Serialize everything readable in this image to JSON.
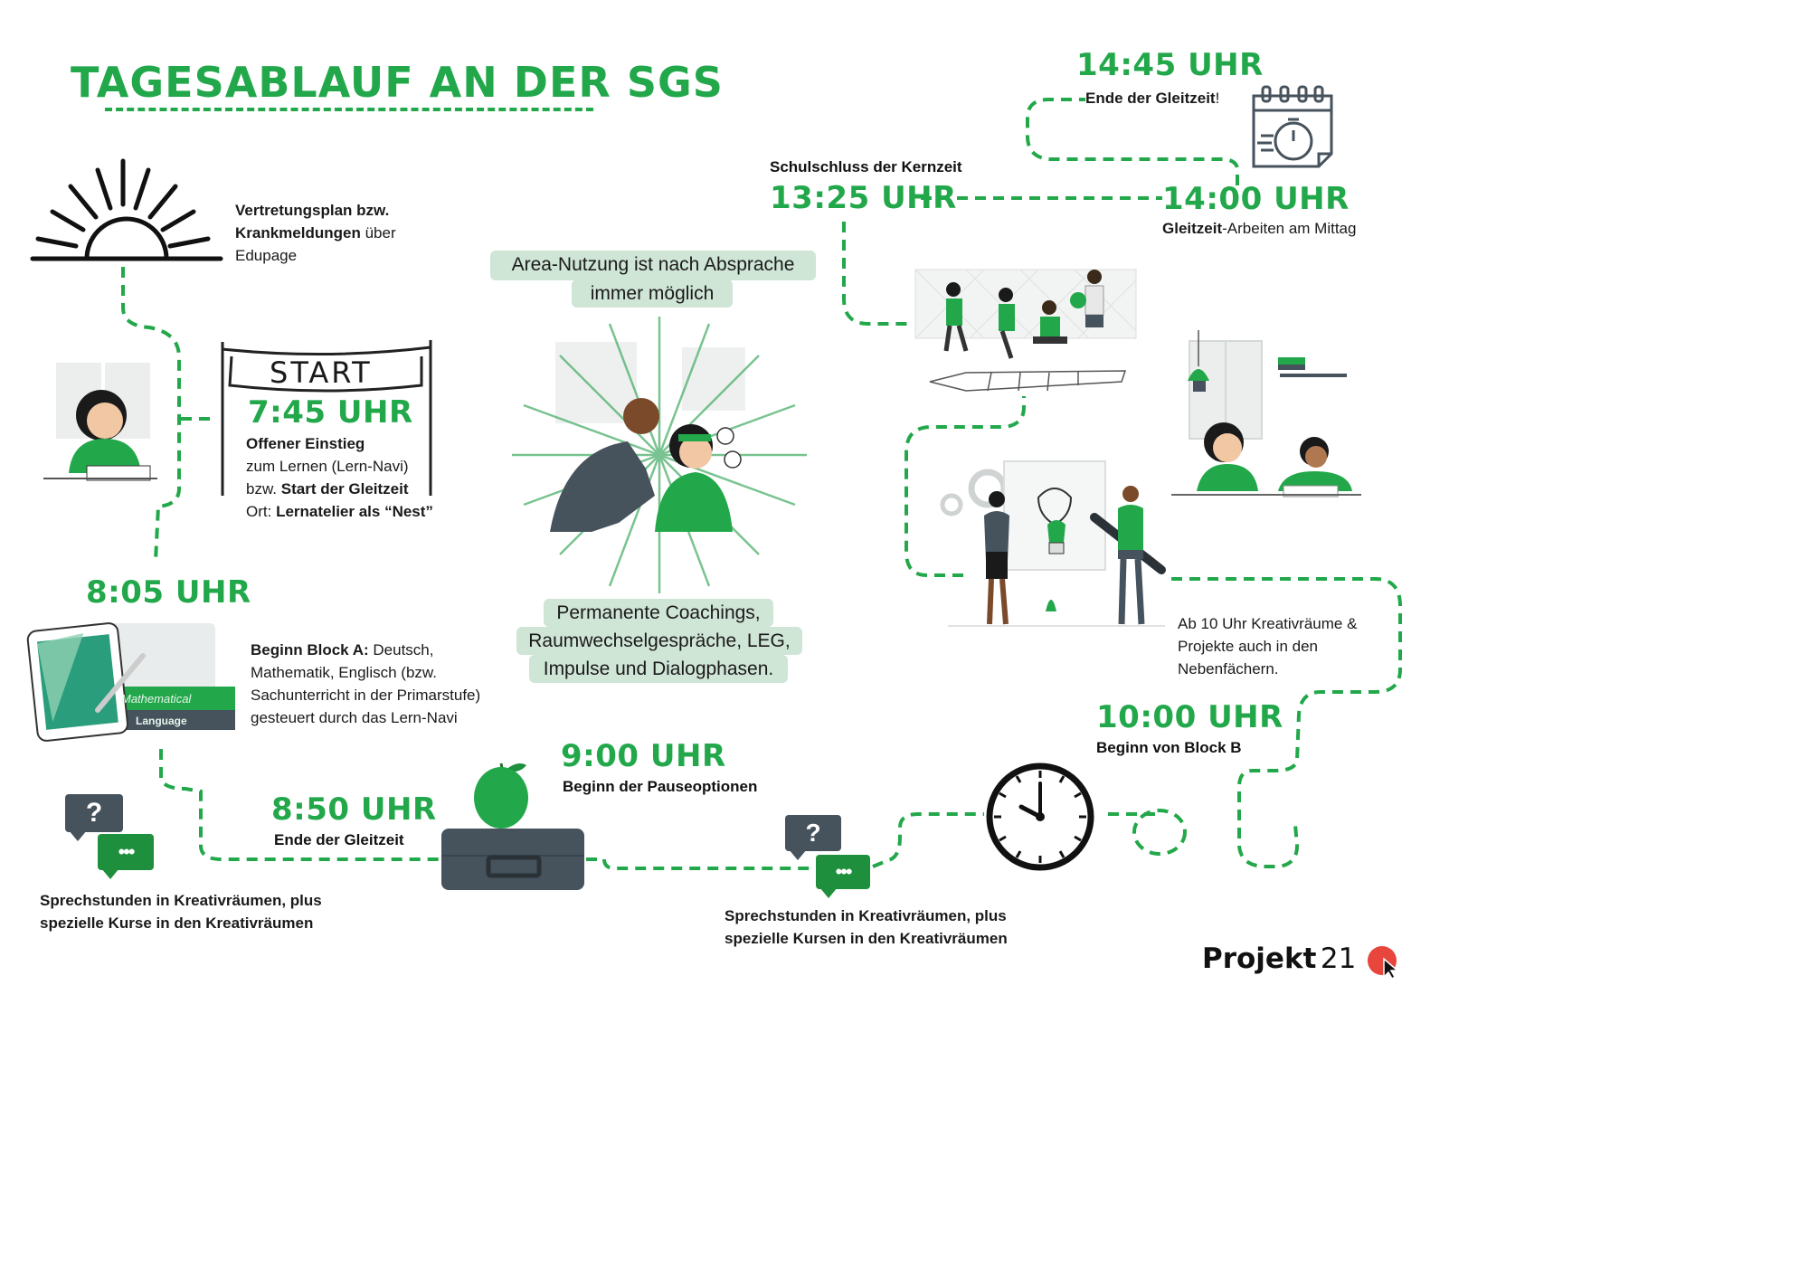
{
  "title": "TAGESABLAUF AN DER SGS",
  "colors": {
    "accent": "#22a84a",
    "dark": "#1a1a1a",
    "bubble": "#cfe5d6",
    "slate": "#46525c"
  },
  "start_banner": "START",
  "sun_note": {
    "line1": "Vertretungsplan bzw.",
    "line2_bold": "Krankmeldungen",
    "line2_rest": " über",
    "line3": "Edupage"
  },
  "t0745": {
    "time": "7:45 UHR",
    "line1": "Offener Einstieg",
    "line2": "zum Lernen (Lern-Navi)",
    "line3_pre": "bzw. ",
    "line3_bold": "Start der Gleitzeit",
    "line4_pre": "Ort: ",
    "line4_bold": "Lernatelier als “Nest”"
  },
  "t0805": {
    "time": "8:05 UHR",
    "lead_bold": "Beginn Block A:",
    "line1_rest": " Deutsch,",
    "line2": "Mathematik, Englisch (bzw.",
    "line3": "Sachunterricht in der Primarstufe)",
    "line4": "gesteuert durch das Lern-Navi"
  },
  "book_labels": {
    "top": "Mathematical",
    "bottom": "Language"
  },
  "t0850": {
    "time": "8:50 UHR",
    "label": "Ende der Gleitzeit"
  },
  "t0900": {
    "time": "9:00 UHR",
    "label": "Beginn der Pauseoptionen"
  },
  "t1000": {
    "time": "10:00 UHR",
    "label": "Beginn von Block B"
  },
  "t1325": {
    "time": "13:25 UHR",
    "label": "Schulschluss der Kernzeit"
  },
  "t1400": {
    "time": "14:00 UHR",
    "label_bold": "Gleitzeit",
    "label_rest": "-Arbeiten am Mittag"
  },
  "t1445": {
    "time": "14:45 UHR",
    "label": "Ende der Gleitzeit",
    "label_suffix": "!"
  },
  "area_bubble": {
    "line1": "Area-Nutzung ist  nach Absprache",
    "line2": "immer möglich"
  },
  "coaching_bubble": {
    "line1": "Permanente Coachings,",
    "line2": "Raumwechselgespräche, LEG,",
    "line3": "Impulse und Dialogphasen."
  },
  "sprech_left": {
    "line1": "Sprechstunden in Kreativräumen, plus",
    "line2": "spezielle Kurse in den Kreativräumen"
  },
  "sprech_right": {
    "line1": "Sprechstunden in Kreativräumen, plus",
    "line2": "spezielle Kursen in den Kreativräumen"
  },
  "kreativ_note": {
    "line1": "Ab 10 Uhr Kreativräume &",
    "line2": "Projekte auch in den",
    "line3": "Nebenfächern."
  },
  "question_mark": "?",
  "dots": "•••",
  "brand": {
    "name": "Projekt",
    "number": "21"
  }
}
